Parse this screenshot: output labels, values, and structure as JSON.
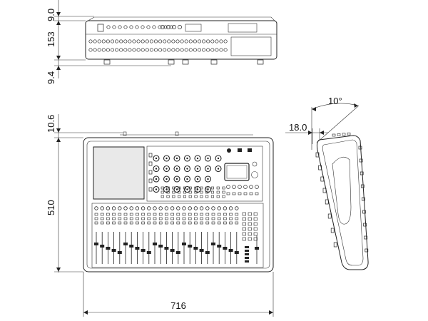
{
  "dimensions": {
    "top_height": "9.0",
    "front_height": "153",
    "feet_height": "9.4",
    "top_offset": "10.6",
    "depth": "510",
    "width": "716",
    "side_offset": "18.0",
    "tilt_angle": "10°"
  },
  "colors": {
    "line": "#222222",
    "screen": "#e9e9e9",
    "background": "#ffffff"
  }
}
